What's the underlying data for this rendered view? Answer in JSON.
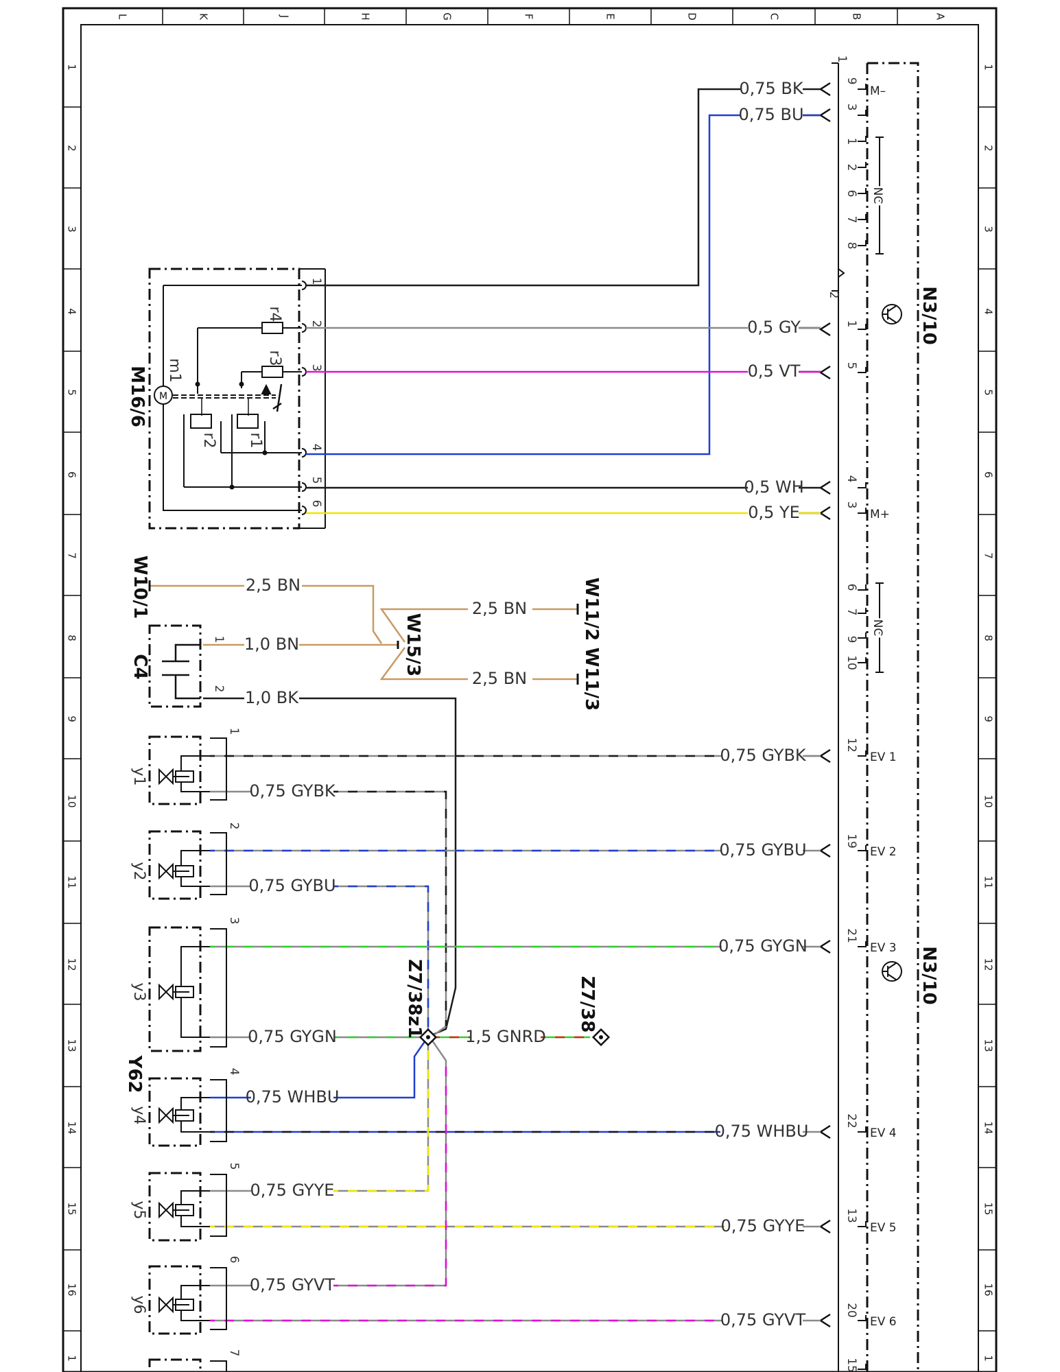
{
  "grid": {
    "letters": [
      "L",
      "K",
      "J",
      "H",
      "G",
      "F",
      "E",
      "D",
      "C",
      "B",
      "A"
    ],
    "numbers": [
      "1",
      "2",
      "3",
      "4",
      "5",
      "6",
      "7",
      "8",
      "9",
      "10",
      "11",
      "12",
      "13",
      "14",
      "15",
      "16",
      "1"
    ]
  },
  "components": {
    "n3_10": "N3/10",
    "m16_6": "M16/6",
    "m1": "m1",
    "motor_symbol": "M",
    "r1": "r1",
    "r2": "r2",
    "r3": "r3",
    "r4": "r4",
    "w10_1": "W10/1",
    "w11_2": "W11/2",
    "w11_3": "W11/3",
    "w15_3": "W15/3",
    "c4": "C4",
    "z7_38z1": "Z7/38z1",
    "z7_38": "Z7/38",
    "y62": "Y62",
    "valves": [
      "y1",
      "y2",
      "y3",
      "y4",
      "y5",
      "y6"
    ],
    "valve_numbers": [
      "1",
      "2",
      "3",
      "4",
      "5",
      "6",
      "7"
    ]
  },
  "connector": {
    "c1_label": "1",
    "c2_label": "2",
    "pins_top": [
      "9",
      "3"
    ],
    "nc_pins_top": [
      "1",
      "2",
      "6",
      "7",
      "8"
    ],
    "nc_label": "NC",
    "pins_c2": [
      "1",
      "5"
    ],
    "pins_m": [
      "4",
      "3"
    ],
    "nc_pins_mid": [
      "6",
      "7",
      "9",
      "10"
    ],
    "ev_pins": [
      "12",
      "19",
      "21",
      "22",
      "13",
      "20",
      "15"
    ],
    "signals": [
      "M–",
      "M+",
      "EV 1",
      "EV 2",
      "EV 3",
      "EV 4",
      "EV 5",
      "EV 6"
    ]
  },
  "motor_pins": [
    "1",
    "2",
    "3",
    "4",
    "5",
    "6"
  ],
  "wires": [
    "0,75 BK",
    "0,75 BU",
    "0,5 GY",
    "0,5 VT",
    "0,5 WH",
    "0,5 YE",
    "2,5 BN",
    "1,0 BN",
    "1,0 BK",
    "2,5 BN",
    "2,5 BN",
    "0,75 GYBK",
    "0,75 GYBK",
    "0,75 GYBU",
    "0,75 GYBU",
    "0,75 GYGN",
    "0,75 GYGN",
    "1,5 GNRD",
    "0,75 WHBU",
    "0,75 WHBU",
    "0,75 GYYE",
    "0,75 GYYE",
    "0,75 GYVT",
    "0,75 GYVT"
  ],
  "colors": {
    "BK": "#1a1a1a",
    "BU": "#1f3fd0",
    "GY": "#8a8a8a",
    "VT": "#e010d8",
    "WH": "#2a2a2a",
    "YE": "#f2e600",
    "BN": "#c89a63",
    "GN": "#2fd12f",
    "RD": "#e02020"
  }
}
